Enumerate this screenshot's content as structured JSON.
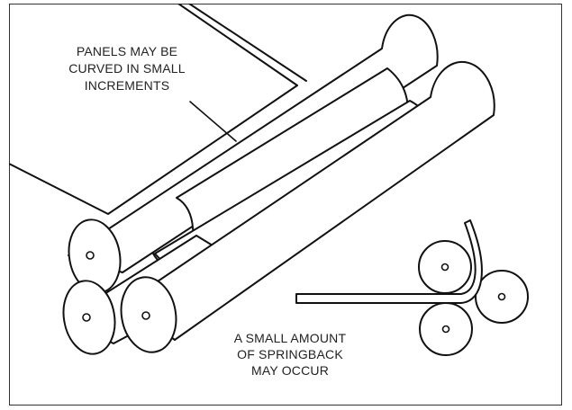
{
  "annotations": {
    "panels": [
      "PANELS MAY BE",
      "CURVED IN SMALL",
      "INCREMENTS"
    ],
    "springback": [
      "A SMALL AMOUNT",
      "OF SPRINGBACK",
      "MAY OCCUR"
    ]
  },
  "colors": {
    "ink": "#111111",
    "paper": "#ffffff",
    "frame": "#333333"
  }
}
